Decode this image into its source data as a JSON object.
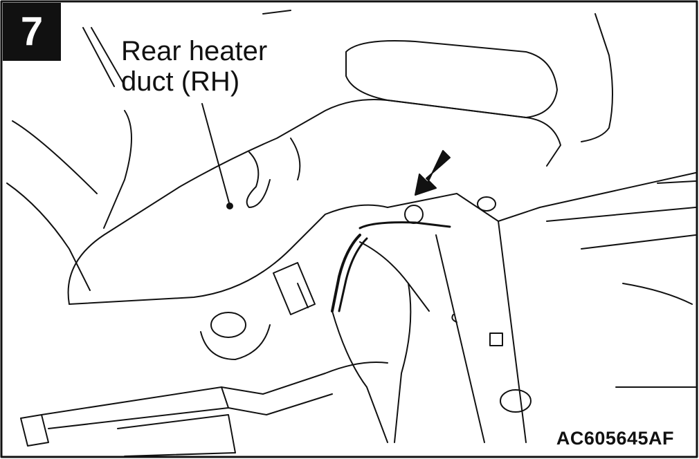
{
  "step_number": "7",
  "callout": {
    "line1": "Rear heater",
    "line2": "duct (RH)"
  },
  "figure_code": "AC605645AF",
  "colors": {
    "line": "#111111",
    "background": "#ffffff",
    "badge": "#111111"
  }
}
